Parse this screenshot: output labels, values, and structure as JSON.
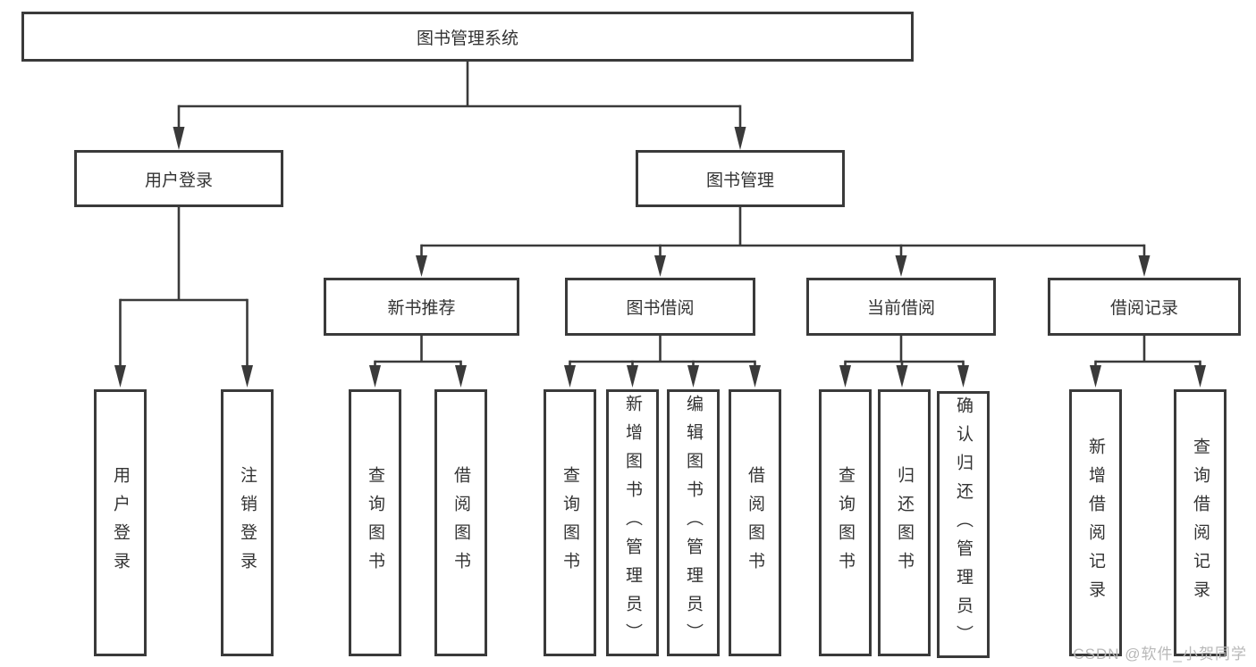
{
  "diagram": {
    "nodes": {
      "root": {
        "label": "图书管理系统"
      },
      "user_login": {
        "label": "用户登录"
      },
      "book_management": {
        "label": "图书管理"
      },
      "new_book_recommend": {
        "label": "新书推荐"
      },
      "book_borrow": {
        "label": "图书借阅"
      },
      "current_borrow": {
        "label": "当前借阅"
      },
      "borrow_records": {
        "label": "借阅记录"
      },
      "leaf_user_login": {
        "label": "用户登录"
      },
      "leaf_logout": {
        "label": "注销登录"
      },
      "leaf_query_book_1": {
        "label": "查询图书"
      },
      "leaf_borrow_book_1": {
        "label": "借阅图书"
      },
      "leaf_query_book_2": {
        "label": "查询图书"
      },
      "leaf_add_book": {
        "label": "新增图书（管理员）"
      },
      "leaf_edit_book": {
        "label": "编辑图书（管理员）"
      },
      "leaf_borrow_book_2": {
        "label": "借阅图书"
      },
      "leaf_query_book_3": {
        "label": "查询图书"
      },
      "leaf_return_book": {
        "label": "归还图书"
      },
      "leaf_confirm_return": {
        "label": "确认归还（管理员）"
      },
      "leaf_add_borrow_record": {
        "label": "新增借阅记录"
      },
      "leaf_query_borrow_record": {
        "label": "查询借阅记录"
      }
    },
    "edges": [
      [
        "root",
        "user_login"
      ],
      [
        "root",
        "book_management"
      ],
      [
        "user_login",
        "leaf_user_login"
      ],
      [
        "user_login",
        "leaf_logout"
      ],
      [
        "book_management",
        "new_book_recommend"
      ],
      [
        "book_management",
        "book_borrow"
      ],
      [
        "book_management",
        "current_borrow"
      ],
      [
        "book_management",
        "borrow_records"
      ],
      [
        "new_book_recommend",
        "leaf_query_book_1"
      ],
      [
        "new_book_recommend",
        "leaf_borrow_book_1"
      ],
      [
        "book_borrow",
        "leaf_query_book_2"
      ],
      [
        "book_borrow",
        "leaf_add_book"
      ],
      [
        "book_borrow",
        "leaf_edit_book"
      ],
      [
        "book_borrow",
        "leaf_borrow_book_2"
      ],
      [
        "current_borrow",
        "leaf_query_book_3"
      ],
      [
        "current_borrow",
        "leaf_return_book"
      ],
      [
        "current_borrow",
        "leaf_confirm_return"
      ],
      [
        "borrow_records",
        "leaf_add_borrow_record"
      ],
      [
        "borrow_records",
        "leaf_query_borrow_record"
      ]
    ],
    "colors": {
      "line": "#3a3a3a",
      "box_border": "#3a3a3a",
      "text": "#333333",
      "background": "#ffffff",
      "watermark": "#b8b8b8"
    }
  },
  "watermark": {
    "text": "CSDN @软件_小贺同学"
  }
}
